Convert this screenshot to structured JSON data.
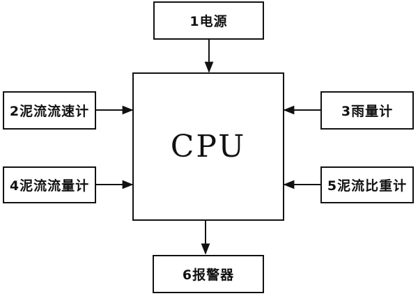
{
  "diagram": {
    "cpu": "CPU",
    "blocks": {
      "power": "1电源",
      "mud_velocity": "2泥流流速计",
      "rain_gauge": "3雨量计",
      "mud_flow_meter": "4泥流流量计",
      "mud_density": "5泥流比重计",
      "alarm": "6报警器"
    }
  }
}
